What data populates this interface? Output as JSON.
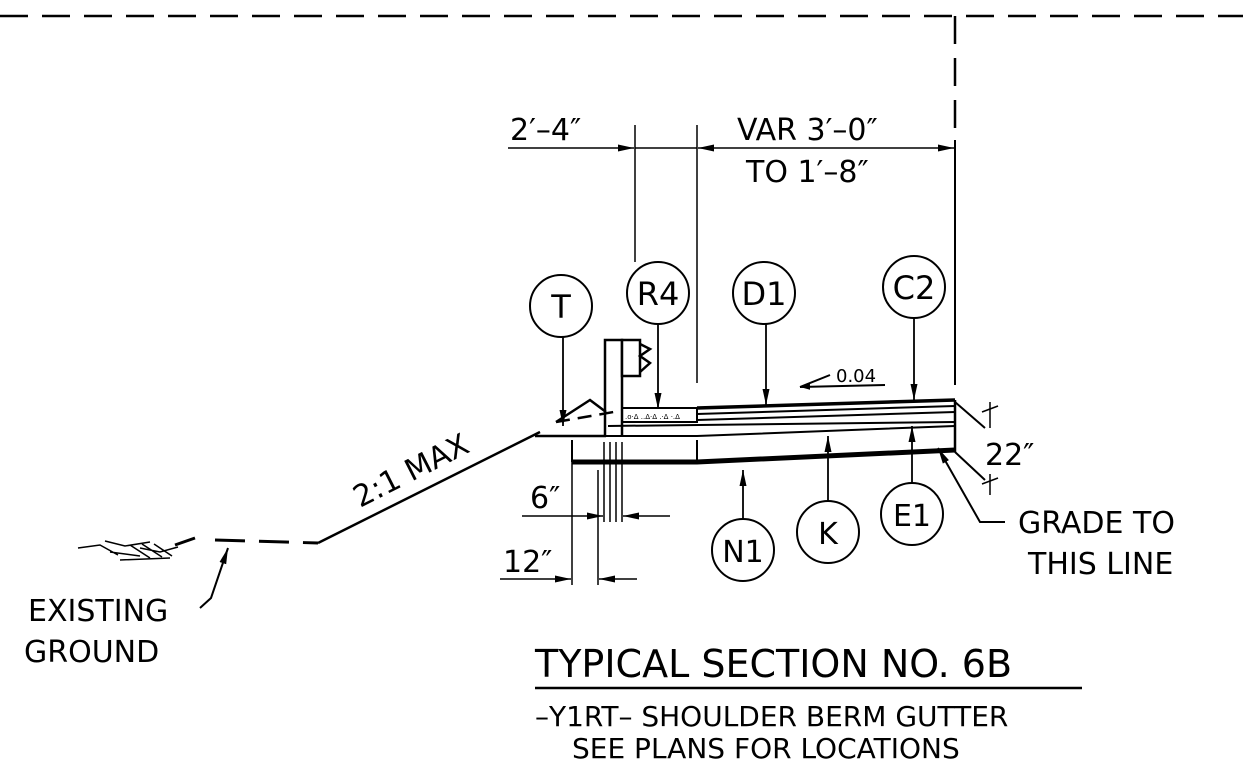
{
  "callouts": {
    "T": "T",
    "R4": "R4",
    "D1": "D1",
    "C2": "C2",
    "N1": "N1",
    "K": "K",
    "E1": "E1"
  },
  "dimensions": {
    "left_offset": "2′–4″",
    "var_line1": "VAR  3′–0″",
    "var_line2": "TO  1′–8″",
    "depth": "22″",
    "six_in": "6″",
    "twelve_in": "12″",
    "slope_pavement": "0.04",
    "side_slope": "2:1 MAX"
  },
  "notes": {
    "existing_ground_1": "EXISTING",
    "existing_ground_2": "GROUND",
    "grade_1": "GRADE  TO",
    "grade_2": "THIS  LINE"
  },
  "title": {
    "main": "TYPICAL  SECTION   NO. 6B",
    "sub1": "–Y1RT–  SHOULDER  BERM   GUTTER",
    "sub2": "SEE  PLANS  FOR  LOCATIONS"
  }
}
